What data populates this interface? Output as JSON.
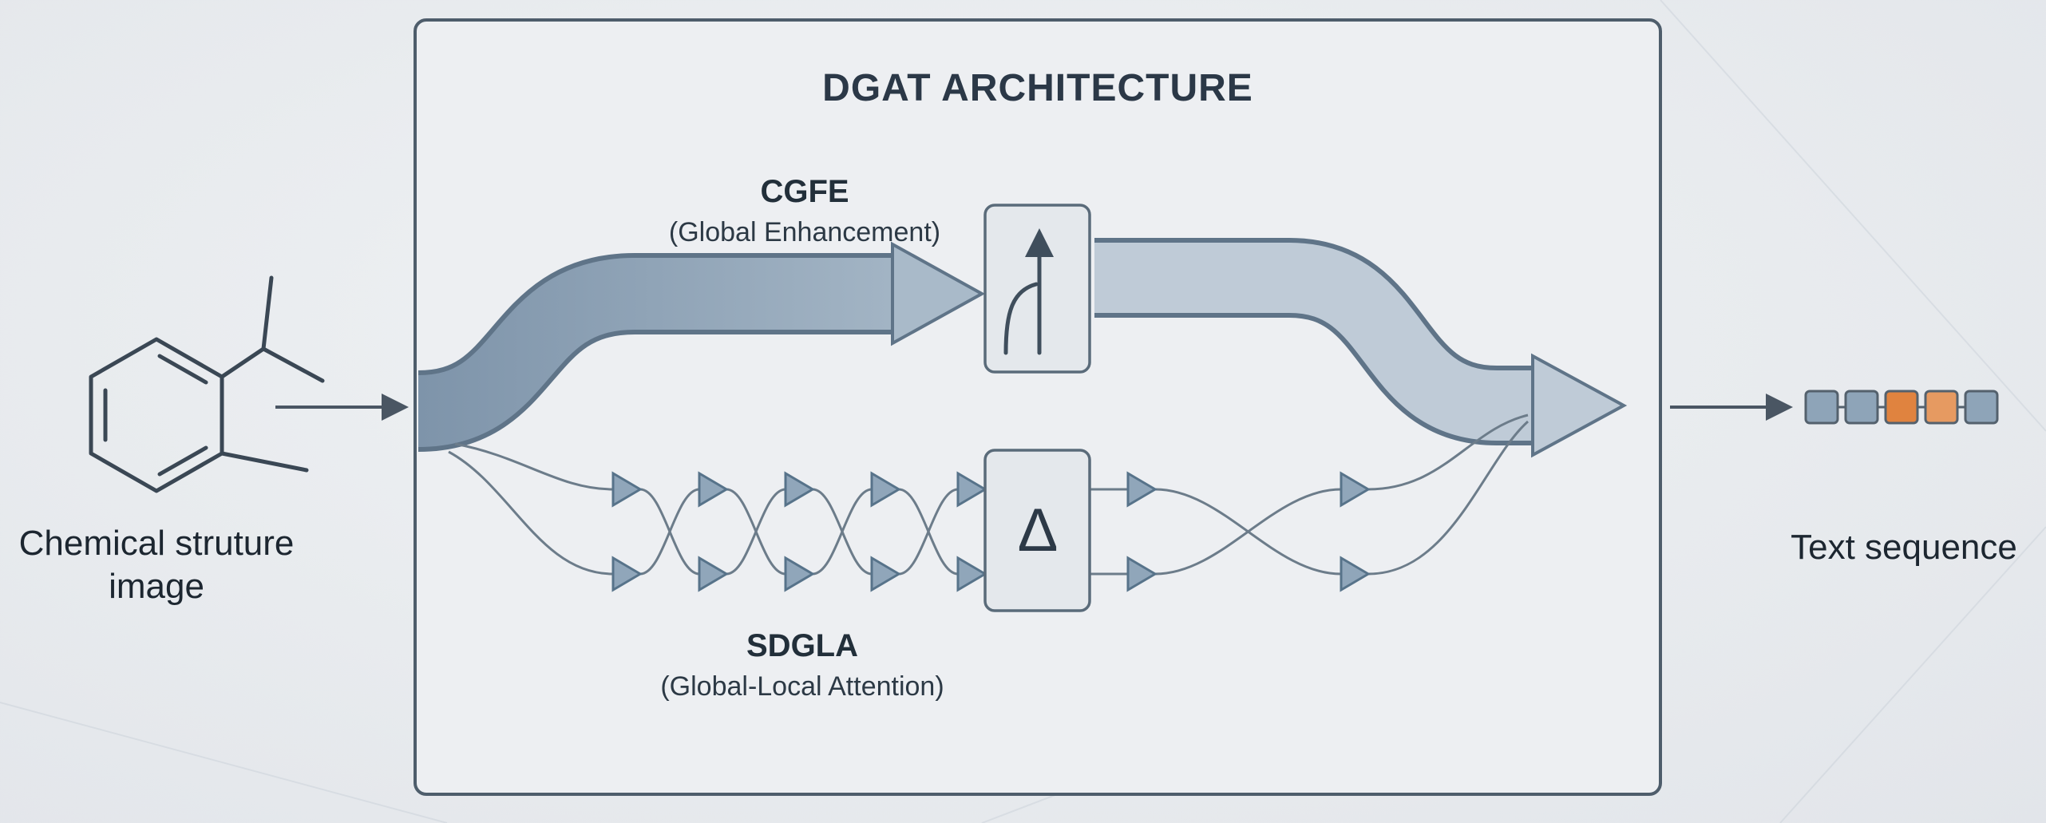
{
  "title": "DGAT ARCHITECTURE",
  "architecture": {
    "title": "DGAT ARCHITECTURE",
    "cgfe_name": "CGFE",
    "cgfe_subtitle": "(Global Enhancement)",
    "sdgla_name": "SDGLA",
    "sdgla_subtitle": "(Global-Local Attention)",
    "delta_symbol": "Δ"
  },
  "input": {
    "caption_line1": "Chemical struture",
    "caption_line2": "image"
  },
  "output": {
    "caption": "Text sequence",
    "tokens": [
      {
        "color": "#8ea4b8"
      },
      {
        "color": "#8ea4b8"
      },
      {
        "color": "#e0833f"
      },
      {
        "color": "#e69a61"
      },
      {
        "color": "#8ea4b8"
      }
    ]
  },
  "icons": {
    "cgfe_box_icon": "merge-up-arrow-icon",
    "sdgla_box_icon": "delta-symbol",
    "flow_arrowhead": "right-triangle-icon"
  },
  "colors": {
    "background": "#e9ebee",
    "panel_fill": "#edeff2",
    "panel_border": "#4e5d6b",
    "ribbon_primary_start": "#7e94aa",
    "ribbon_primary_end": "#a9bac9",
    "ribbon_secondary": "#bfcbd7",
    "ribbon_outline": "#5f7488",
    "thin_line": "#6c7c8a",
    "triangle_fill": "#90a6ba",
    "triangle_stroke": "#57738a",
    "inner_box_fill": "#e4e8ec",
    "inner_box_border": "#5a6b7a",
    "token_slate": "#8ea4b8",
    "token_orange": "#e0833f",
    "token_orange_light": "#e69a61",
    "text_primary": "#1c2630"
  }
}
